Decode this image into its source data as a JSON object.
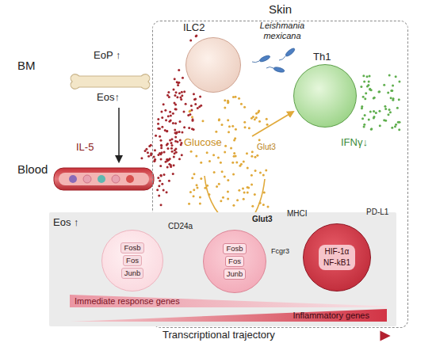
{
  "diagram": {
    "nodes": [
      {
        "text": [
          "Skin"
        ]
      },
      {
        "text": [
          "ILC2"
        ],
        "in": 0
      },
      {
        "text": [
          "Th1"
        ],
        "in": 0
      },
      {
        "text": [
          "Eos ↑"
        ]
      },
      {
        "text": [
          "Fosb",
          "Fos",
          "Junb"
        ],
        "in": 3
      },
      {
        "text": [
          "Fosb",
          "Fos",
          "Junb"
        ],
        "in": 3
      },
      {
        "text": [
          "HIF-1α",
          "NF-kB1"
        ],
        "in": 3
      },
      {
        "text": [
          "Immediate response genes"
        ],
        "in": 3
      },
      {
        "text": [
          "Inflammatory genes"
        ],
        "in": 3
      }
    ],
    "labels": [
      "BM",
      "EoP ↑",
      "Eos↑",
      "IL-5",
      "Blood",
      "Leishmania mexicana",
      "Glucose",
      "Glut3",
      "IFNγ↓",
      "CD24a",
      "Glut3",
      "MHCI",
      "PD-L1",
      "Fcgr3",
      "Transcriptional trajectory"
    ]
  }
}
